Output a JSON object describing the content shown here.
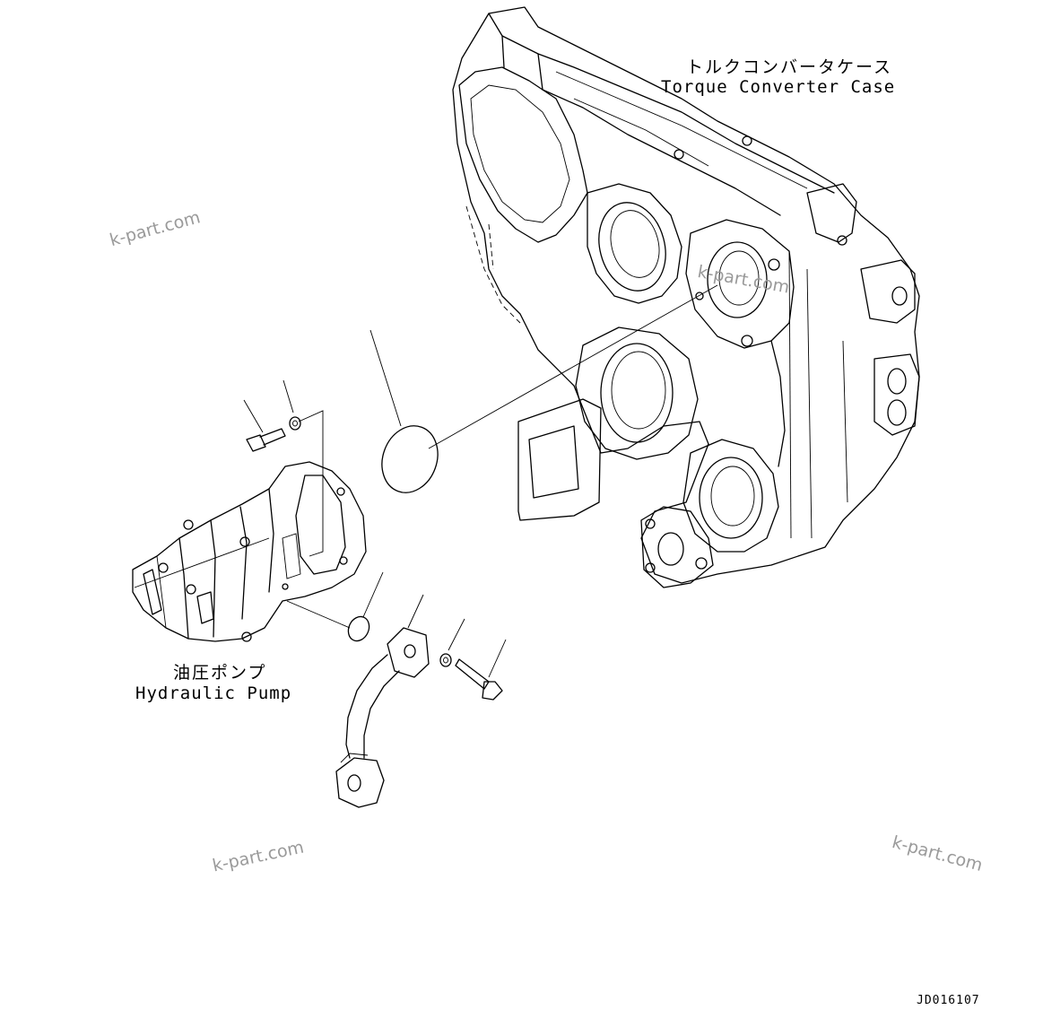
{
  "labels": {
    "torque_case_jp": "トルクコンバータケース",
    "torque_case_en": "Torque Converter Case",
    "pump_jp": "油圧ポンプ",
    "pump_en": "Hydraulic Pump",
    "drawing_code": "JD016107"
  },
  "watermarks": [
    "k-part.com",
    "k-part.com",
    "k-part.com",
    "k-part.com"
  ],
  "icons": [
    "torque-converter-case",
    "hydraulic-pump",
    "o-ring",
    "bolt",
    "washer",
    "pipe-elbow"
  ],
  "colors": {
    "line": "#000000",
    "watermark": "#9a9a9a",
    "background": "#ffffff"
  }
}
